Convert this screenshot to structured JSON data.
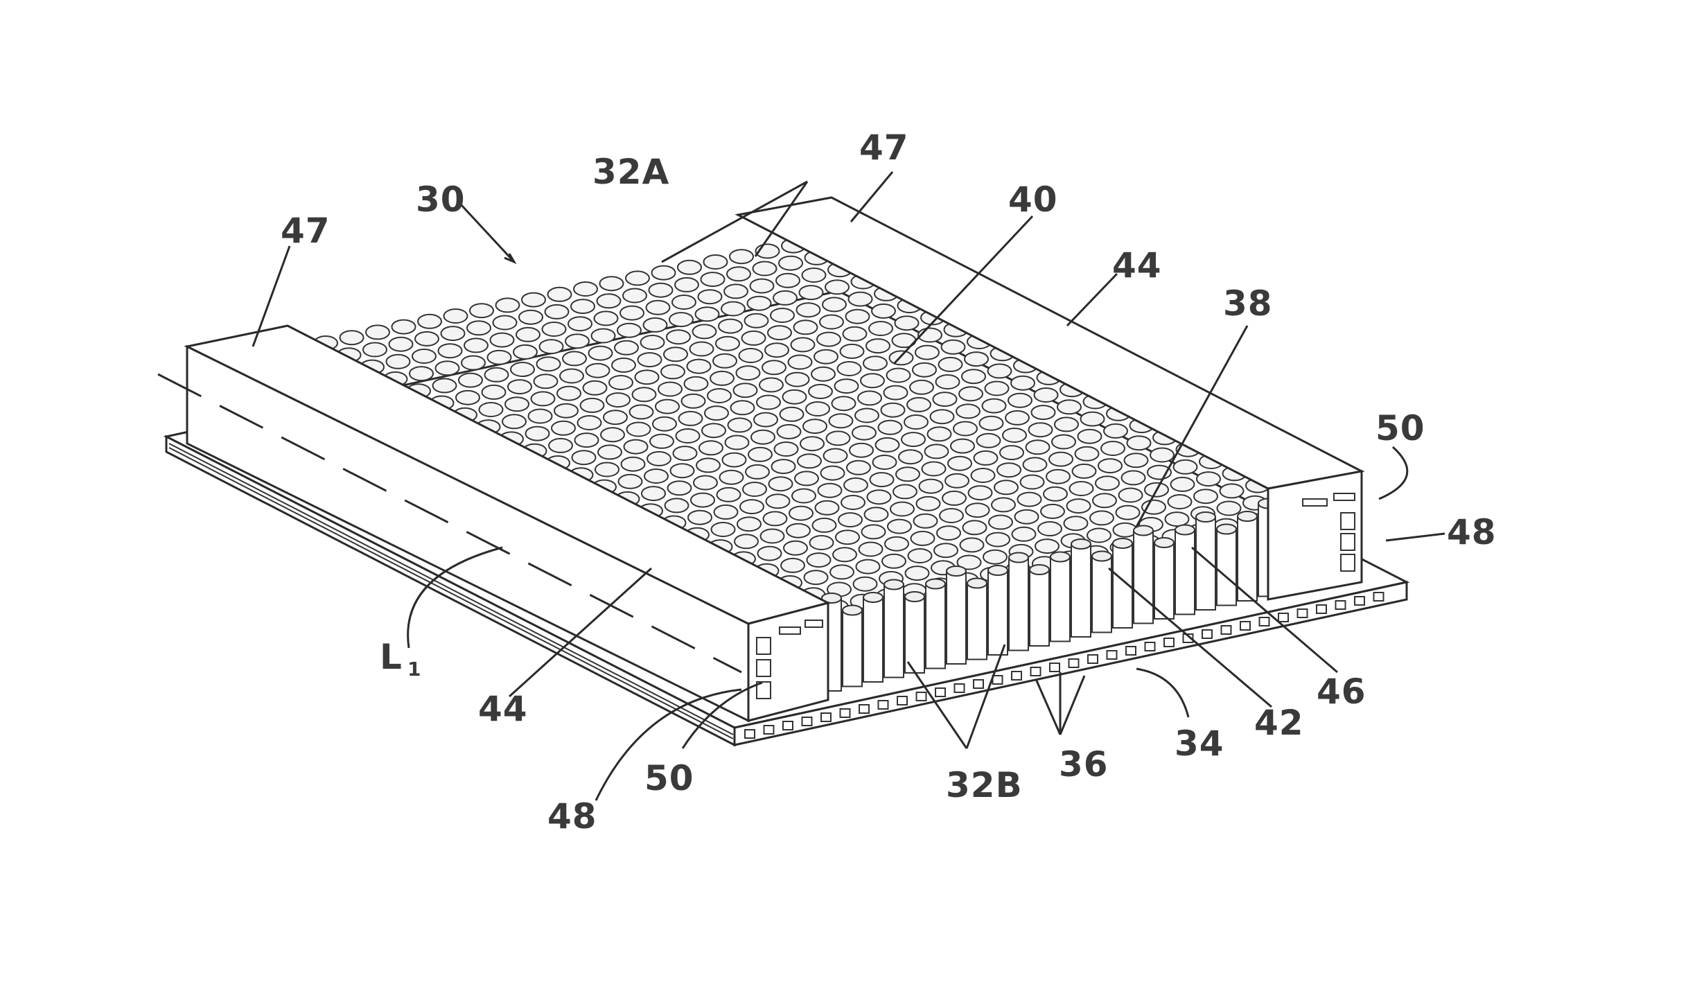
{
  "figure": {
    "reference_numerals": {
      "r30": "30",
      "r32a": "32A",
      "r47_left": "47",
      "r47_right": "47",
      "r40": "40",
      "r44_right": "44",
      "r38": "38",
      "r50_right": "50",
      "r48_right": "48",
      "r44_left": "44",
      "r46": "46",
      "r42": "42",
      "r34": "34",
      "r36": "36",
      "r32b": "32B",
      "r50_left": "50",
      "r48_left": "48",
      "r_axis": "L",
      "r_axis_sub": "1"
    }
  }
}
